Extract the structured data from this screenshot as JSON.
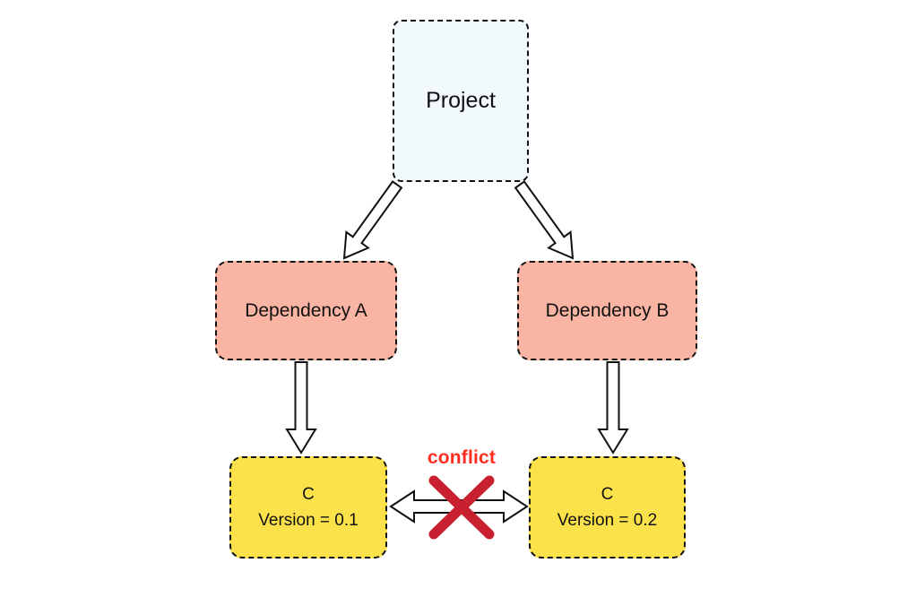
{
  "diagram": {
    "description": "dependency conflict diagram",
    "nodes": {
      "project": {
        "label": "Project"
      },
      "dependency_a": {
        "label": "Dependency A"
      },
      "dependency_b": {
        "label": "Dependency B"
      },
      "c_v01": {
        "name": "C",
        "version": "Version = 0.1"
      },
      "c_v02": {
        "name": "C",
        "version": "Version = 0.2"
      }
    },
    "conflict": {
      "label": "conflict"
    },
    "edges": [
      {
        "from": "project",
        "to": "dependency_a",
        "style": "block-arrow"
      },
      {
        "from": "project",
        "to": "dependency_b",
        "style": "block-arrow"
      },
      {
        "from": "dependency_a",
        "to": "c_v01",
        "style": "block-arrow"
      },
      {
        "from": "dependency_b",
        "to": "c_v02",
        "style": "block-arrow"
      },
      {
        "from": "c_v01",
        "to": "c_v02",
        "style": "double-block-arrow-crossed-out"
      }
    ],
    "colors": {
      "project_fill": "#f1f9fd",
      "dependency_fill": "#fab4a3",
      "version_fill": "#fce24a",
      "border": "#111111",
      "conflict_text": "#ff2d21",
      "cross": "#c8202f",
      "arrow_fill": "#ffffff",
      "arrow_stroke": "#111111"
    }
  }
}
